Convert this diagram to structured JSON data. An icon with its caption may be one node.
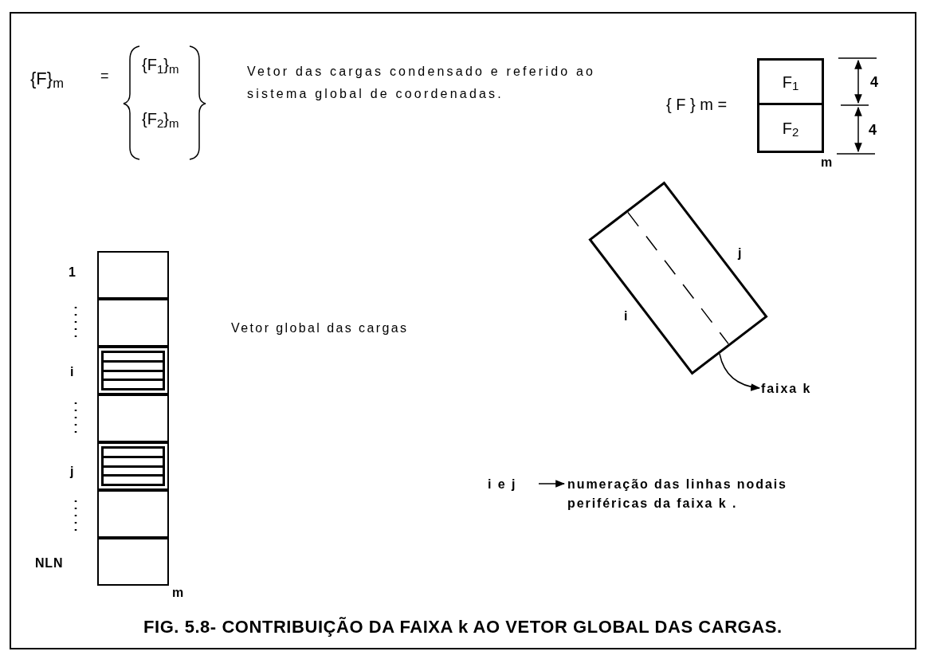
{
  "diagram": {
    "caption": "FIG. 5.8- CONTRIBUIÇÃO DA FAIXA k AO VETOR GLOBAL DAS CARGAS.",
    "nodes": [
      {
        "text": [
          "F$_{1}$"
        ]
      },
      {
        "text": [
          "F$_{2}$"
        ]
      },
      {
        "text": [],
        "shape": "box"
      },
      {
        "text": [],
        "shape": "box"
      },
      {
        "text": [],
        "shape": "hatched"
      },
      {
        "text": [],
        "shape": "box"
      },
      {
        "text": [],
        "shape": "hatched"
      },
      {
        "text": [],
        "shape": "box"
      },
      {
        "text": [],
        "shape": "box"
      },
      {
        "text": [],
        "shape": "box"
      },
      {
        "text": [
          "faixa k"
        ]
      },
      {
        "text": [
          "i e j"
        ]
      },
      {
        "text": [
          "numeração das linhas nodais periféricas da faixa k ."
        ]
      }
    ],
    "edges": [
      {
        "from": 9,
        "to": 10,
        "arrow": "to"
      },
      {
        "from": 11,
        "to": 12,
        "arrow": "to"
      }
    ],
    "labels": [
      "{F}$_{m}$",
      "=",
      "{F$_{1}$}$_{m}$",
      "{F$_{2}$}$_{m}$",
      "Vetor das cargas condensado e referido ao sistema global de coordenadas.",
      "{ F } m =",
      "4",
      "4",
      "m",
      "1",
      "Vetor global das cargas",
      "j",
      "i",
      "i",
      "j",
      "NLN",
      "m"
    ]
  }
}
